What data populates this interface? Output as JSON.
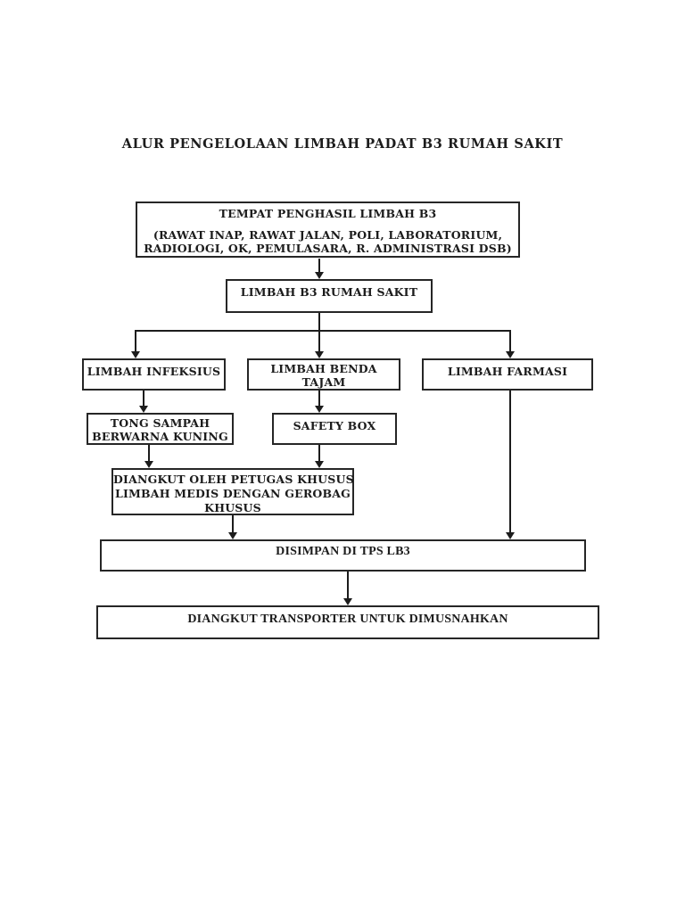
{
  "title": "ALUR PENGELOLAAN LIMBAH PADAT B3 RUMAH SAKIT",
  "nodes": {
    "source": {
      "heading": "TEMPAT PENGHASIL LIMBAH B3",
      "detail_line1": "(RAWAT INAP, RAWAT JALAN, POLI, LABORATORIUM,",
      "detail_line2": "RADIOLOGI, OK, PEMULASARA, R. ADMINISTRASI DSB)"
    },
    "limbah_b3": {
      "label": "LIMBAH B3 RUMAH SAKIT"
    },
    "infeksius": {
      "label": "LIMBAH INFEKSIUS"
    },
    "benda_tajam": {
      "line1": "LIMBAH BENDA",
      "line2": "TAJAM"
    },
    "farmasi": {
      "label": "LIMBAH FARMASI"
    },
    "tong_sampah": {
      "line1": "TONG SAMPAH",
      "line2": "BERWARNA KUNING"
    },
    "safety_box": {
      "label": "SAFETY BOX"
    },
    "diangkut_petugas": {
      "line1": "DIANGKUT OLEH PETUGAS KHUSUS",
      "line2": "LIMBAH MEDIS DENGAN GEROBAG",
      "line3": "KHUSUS"
    },
    "disimpan": {
      "label": "DISIMPAN DI TPS LB3"
    },
    "diangkut_transporter": {
      "label": "DIANGKUT TRANSPORTER UNTUK DIMUSNAHKAN"
    }
  },
  "edges": [
    {
      "from": "tempat-penghasil-limbah-b3",
      "to": "limbah-b3-rumah-sakit"
    },
    {
      "from": "limbah-b3-rumah-sakit",
      "to": "limbah-infeksius"
    },
    {
      "from": "limbah-b3-rumah-sakit",
      "to": "limbah-benda-tajam"
    },
    {
      "from": "limbah-b3-rumah-sakit",
      "to": "limbah-farmasi"
    },
    {
      "from": "limbah-infeksius",
      "to": "tong-sampah-berwarna-kuning"
    },
    {
      "from": "limbah-benda-tajam",
      "to": "safety-box"
    },
    {
      "from": "limbah-farmasi",
      "to": "disimpan-di-tps-lb3"
    },
    {
      "from": "tong-sampah-berwarna-kuning",
      "to": "diangkut-oleh-petugas-khusus"
    },
    {
      "from": "safety-box",
      "to": "diangkut-oleh-petugas-khusus"
    },
    {
      "from": "diangkut-oleh-petugas-khusus",
      "to": "disimpan-di-tps-lb3"
    },
    {
      "from": "disimpan-di-tps-lb3",
      "to": "diangkut-transporter-untuk-dimusnahkan"
    }
  ],
  "colors": {
    "background": "#ffffff",
    "line": "#1c1c1c",
    "border": "#262626",
    "text": "#1c1c1c"
  }
}
